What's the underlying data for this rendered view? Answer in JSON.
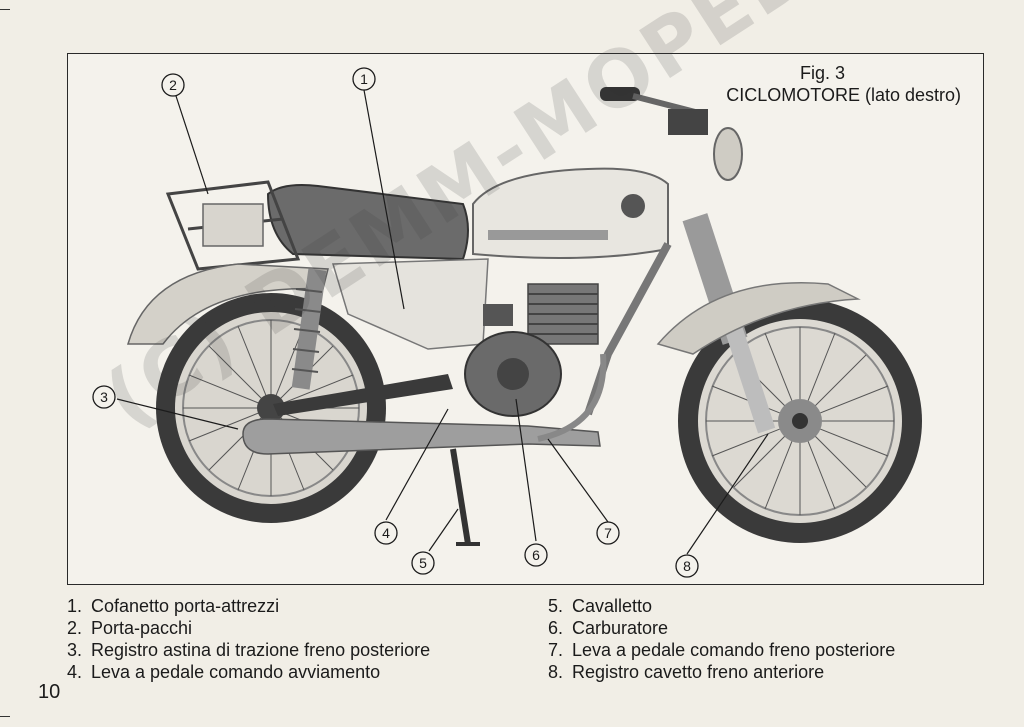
{
  "figure": {
    "number": "Fig. 3",
    "title": "CICLOMOTORE (lato destro)"
  },
  "callouts": [
    "1",
    "2",
    "3",
    "4",
    "5",
    "6",
    "7",
    "8"
  ],
  "legend_left": [
    {
      "n": "1.",
      "text": "Cofanetto porta-attrezzi"
    },
    {
      "n": "2.",
      "text": "Porta-pacchi"
    },
    {
      "n": "3.",
      "text": "Registro astina di trazione freno posteriore"
    },
    {
      "n": "4.",
      "text": "Leva a pedale comando avviamento"
    }
  ],
  "legend_right": [
    {
      "n": "5.",
      "text": "Cavalletto"
    },
    {
      "n": "6.",
      "text": "Carburatore"
    },
    {
      "n": "7.",
      "text": "Leva a pedale comando freno posteriore"
    },
    {
      "n": "8.",
      "text": "Registro cavetto freno anteriore"
    }
  ],
  "page_number": "10",
  "watermark": "(C) DEMM-MOPEDS.DE",
  "colors": {
    "paper": "#f1eee6",
    "ink": "#1b1b1b"
  }
}
